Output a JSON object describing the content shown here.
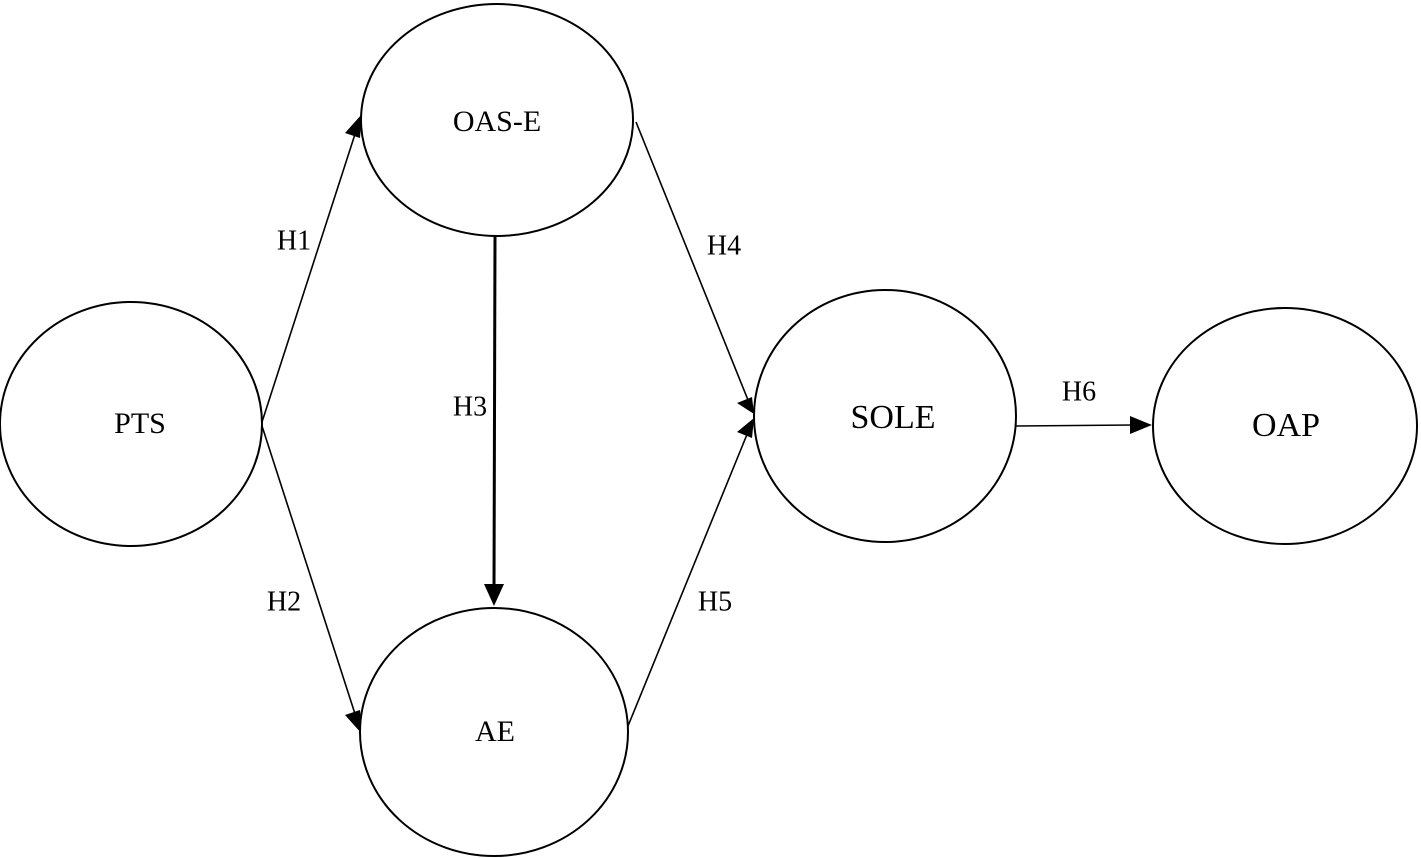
{
  "diagram": {
    "nodes": {
      "pts": "PTS",
      "oas_e": "OAS-E",
      "ae": "AE",
      "sole": "SOLE",
      "oap": "OAP"
    },
    "edges": {
      "h1": "H1",
      "h2": "H2",
      "h3": "H3",
      "h4": "H4",
      "h5": "H5",
      "h6": "H6"
    },
    "colors": {
      "stroke": "#000000",
      "fill": "#ffffff"
    }
  }
}
